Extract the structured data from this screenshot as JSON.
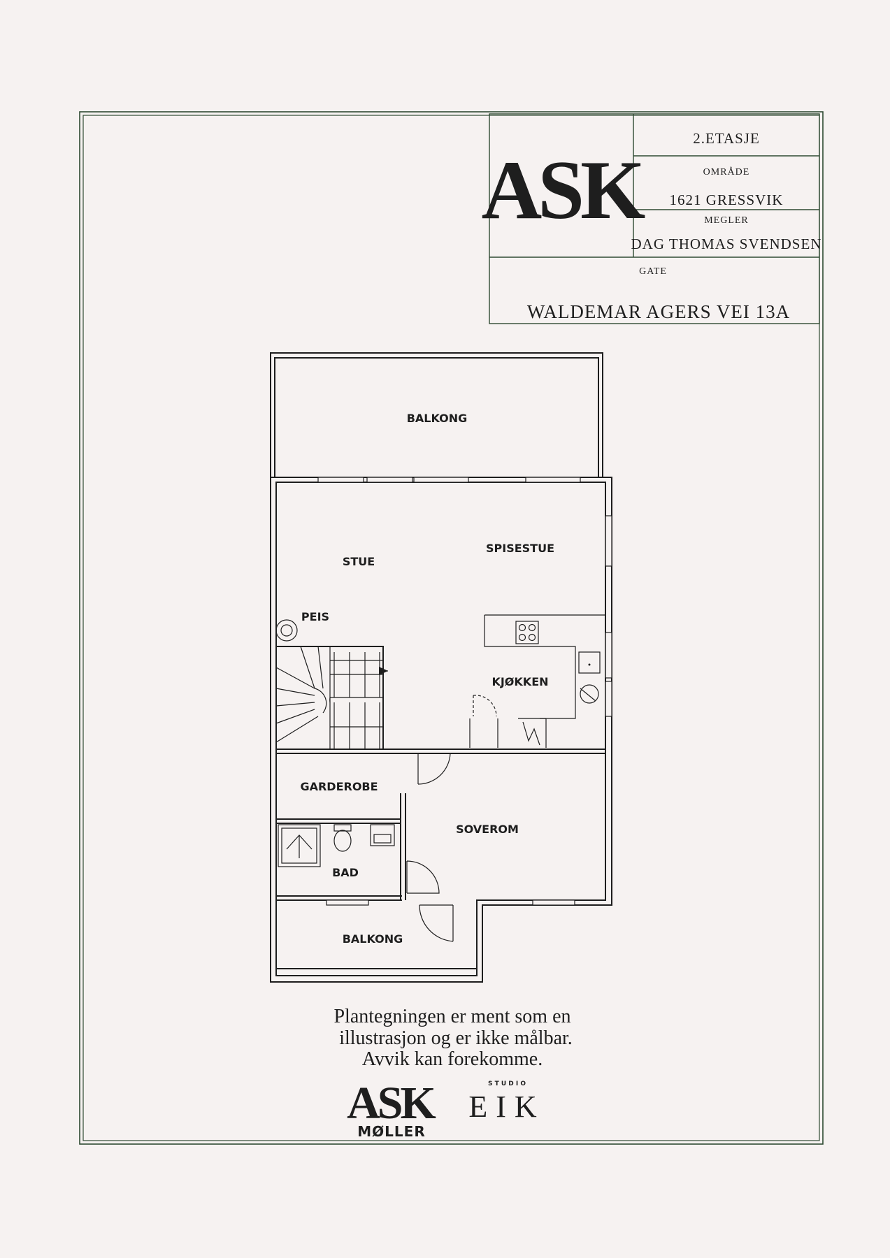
{
  "title_block": {
    "floor": "2.ETASJE",
    "area_label": "OMRÅDE",
    "area_value": "1621 GRESSVIK",
    "broker_label": "MEGLER",
    "broker_value": "DAG THOMAS SVENDSEN",
    "street_label": "GATE",
    "street_value": "WALDEMAR AGERS VEI 13A",
    "logo_text": "ASK"
  },
  "rooms": {
    "balkong_top": "BALKONG",
    "stue": "STUE",
    "spisestue": "SPISESTUE",
    "peis": "PEIS",
    "kjokken": "KJØKKEN",
    "garderobe": "GARDEROBE",
    "soverom": "SOVEROM",
    "bad": "BAD",
    "balkong_bottom": "BALKONG"
  },
  "disclaimer": {
    "line1": "Plantegningen er ment som en",
    "line2": "illustrasjon og er ikke målbar.",
    "line3": "Avvik kan forekomme."
  },
  "footer_logos": {
    "ask_text": "ASK",
    "ask_sub": "MØLLER",
    "studio_label": "S T U D I O",
    "eik_text": "EIK"
  },
  "colors": {
    "background": "#f6f2f1",
    "frame": "#2f4a32",
    "ink": "#1e1e1e"
  }
}
